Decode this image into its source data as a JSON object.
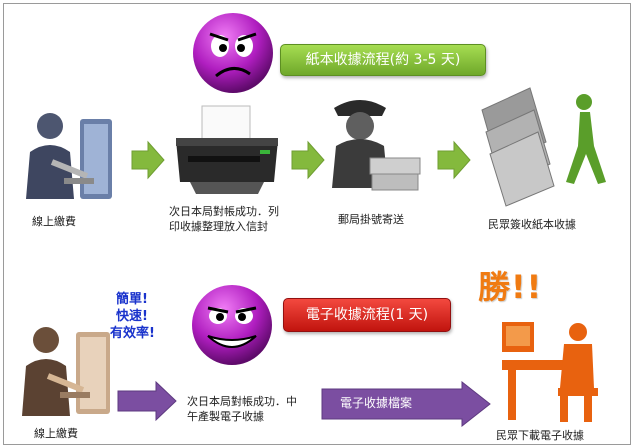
{
  "paper_flow": {
    "title": "紙本收據流程(約 3-5 天)",
    "steps": [
      {
        "label": "線上繳費"
      },
      {
        "label_lines": [
          "次日本局對帳成功．列",
          "印收據整理放入信封"
        ]
      },
      {
        "label": "郵局掛號寄送"
      },
      {
        "label": "民眾簽收紙本收據"
      }
    ]
  },
  "e_flow": {
    "title": "電子收據流程(1 天)",
    "benefits": [
      "簡單!",
      "快速!",
      "有效率!"
    ],
    "win_text": "勝!!",
    "arrow_label": "電子收據檔案",
    "steps": [
      {
        "label": "線上繳費"
      },
      {
        "label_lines": [
          "次日本局對帳成功．中",
          "午產製電子收據"
        ]
      },
      {
        "label": "民眾下載電子收據"
      }
    ]
  },
  "colors": {
    "green_arrow": "#84b93d",
    "purple_arrow": "#7b4ea1",
    "green_pill": "#8cc63f",
    "red_pill": "#d9201a",
    "face": "#b01ec0",
    "win": "#f07b12",
    "walker": "#5a9e2a"
  }
}
